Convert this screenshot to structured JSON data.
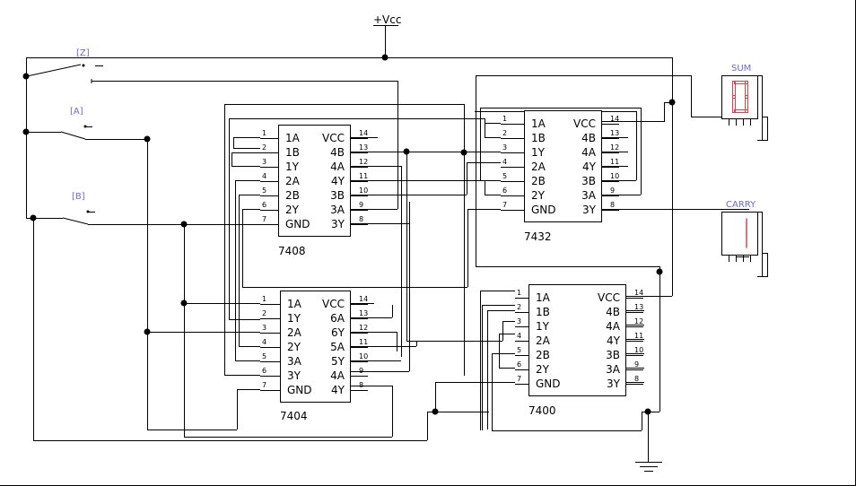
{
  "power": {
    "vcc_label": "+Vcc"
  },
  "switches": [
    {
      "id": "z",
      "label": "[Z]"
    },
    {
      "id": "a",
      "label": "[A]"
    },
    {
      "id": "b",
      "label": "[B]"
    }
  ],
  "displays": [
    {
      "id": "sum",
      "label": "SUM",
      "digit": "0",
      "color": "#e0404a",
      "lit": true
    },
    {
      "id": "carry",
      "label": "CARRY",
      "digit": "1",
      "color": "#e0404a",
      "lit": false
    }
  ],
  "chips": [
    {
      "id": "u7408",
      "name": "7408",
      "left_pins": [
        {
          "n": "1",
          "l": "1A"
        },
        {
          "n": "2",
          "l": "1B"
        },
        {
          "n": "3",
          "l": "1Y"
        },
        {
          "n": "4",
          "l": "2A"
        },
        {
          "n": "5",
          "l": "2B"
        },
        {
          "n": "6",
          "l": "2Y"
        },
        {
          "n": "7",
          "l": "GND"
        }
      ],
      "right_pins": [
        {
          "n": "14",
          "l": "VCC"
        },
        {
          "n": "13",
          "l": "4B"
        },
        {
          "n": "12",
          "l": "4A"
        },
        {
          "n": "11",
          "l": "4Y"
        },
        {
          "n": "10",
          "l": "3B"
        },
        {
          "n": "9",
          "l": "3A"
        },
        {
          "n": "8",
          "l": "3Y"
        }
      ]
    },
    {
      "id": "u7432",
      "name": "7432",
      "left_pins": [
        {
          "n": "1",
          "l": "1A"
        },
        {
          "n": "2",
          "l": "1B"
        },
        {
          "n": "3",
          "l": "1Y"
        },
        {
          "n": "4",
          "l": "2A"
        },
        {
          "n": "5",
          "l": "2B"
        },
        {
          "n": "6",
          "l": "2Y"
        },
        {
          "n": "7",
          "l": "GND"
        }
      ],
      "right_pins": [
        {
          "n": "14",
          "l": "VCC"
        },
        {
          "n": "13",
          "l": "4B"
        },
        {
          "n": "12",
          "l": "4A"
        },
        {
          "n": "11",
          "l": "4Y"
        },
        {
          "n": "10",
          "l": "3B"
        },
        {
          "n": "9",
          "l": "3A"
        },
        {
          "n": "8",
          "l": "3Y"
        }
      ]
    },
    {
      "id": "u7404",
      "name": "7404",
      "left_pins": [
        {
          "n": "1",
          "l": "1A"
        },
        {
          "n": "2",
          "l": "1Y"
        },
        {
          "n": "3",
          "l": "2A"
        },
        {
          "n": "4",
          "l": "2Y"
        },
        {
          "n": "5",
          "l": "3A"
        },
        {
          "n": "6",
          "l": "3Y"
        },
        {
          "n": "7",
          "l": "GND"
        }
      ],
      "right_pins": [
        {
          "n": "14",
          "l": "VCC"
        },
        {
          "n": "13",
          "l": "6A"
        },
        {
          "n": "12",
          "l": "6Y"
        },
        {
          "n": "11",
          "l": "5A"
        },
        {
          "n": "10",
          "l": "5Y"
        },
        {
          "n": "9",
          "l": "4A"
        },
        {
          "n": "8",
          "l": "4Y"
        }
      ]
    },
    {
      "id": "u7400",
      "name": "7400",
      "left_pins": [
        {
          "n": "1",
          "l": "1A"
        },
        {
          "n": "2",
          "l": "1B"
        },
        {
          "n": "3",
          "l": "1Y"
        },
        {
          "n": "4",
          "l": "2A"
        },
        {
          "n": "5",
          "l": "2B"
        },
        {
          "n": "6",
          "l": "2Y"
        },
        {
          "n": "7",
          "l": "GND"
        }
      ],
      "right_pins": [
        {
          "n": "14",
          "l": "VCC"
        },
        {
          "n": "13",
          "l": "4B"
        },
        {
          "n": "12",
          "l": "4A"
        },
        {
          "n": "11",
          "l": "4Y"
        },
        {
          "n": "10",
          "l": "3B"
        },
        {
          "n": "9",
          "l": "3A"
        },
        {
          "n": "8",
          "l": "3Y"
        }
      ]
    }
  ]
}
